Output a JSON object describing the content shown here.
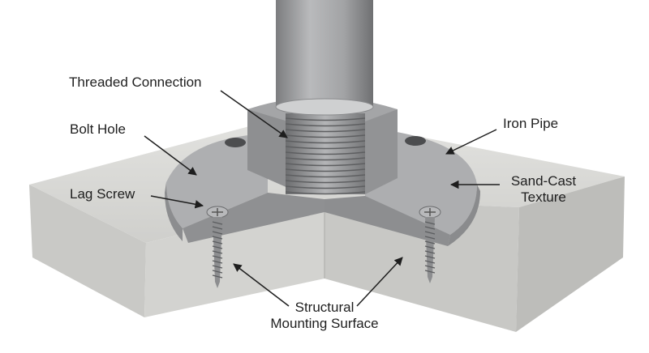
{
  "labels": {
    "threaded_connection": "Threaded Connection",
    "bolt_hole": "Bolt Hole",
    "lag_screw": "Lag Screw",
    "iron_pipe": "Iron Pipe",
    "sand_cast_line1": "Sand-Cast",
    "sand_cast_line2": "Texture",
    "structural_line1": "Structural",
    "structural_line2": "Mounting Surface"
  },
  "colors": {
    "background": "#ffffff",
    "concrete_top": "#d9d9d6",
    "concrete_side": "#c6c6c3",
    "metal": "#a9aaab",
    "metal_dark": "#7f8082",
    "pipe": "#9c9d9f",
    "label_text": "#1e1e1e"
  }
}
